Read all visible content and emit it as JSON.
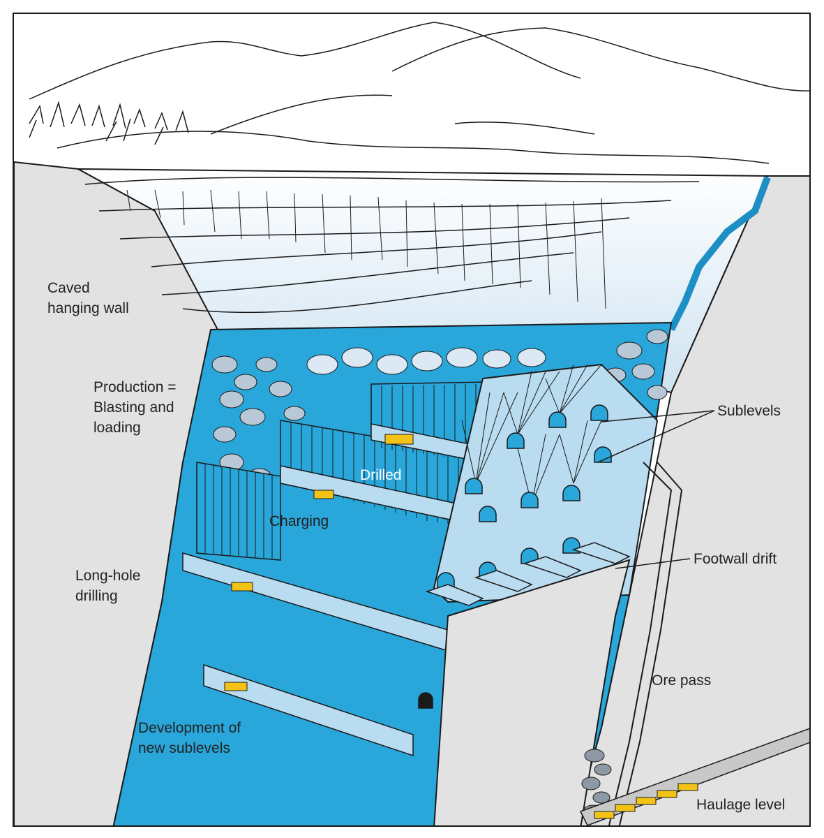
{
  "labels": {
    "caved_hanging_wall": [
      "Caved",
      "hanging wall"
    ],
    "production": [
      "Production =",
      "Blasting and",
      "loading"
    ],
    "sublevels": "Sublevels",
    "drilled": "Drilled",
    "charging": "Charging",
    "footwall_drift": "Footwall drift",
    "long_hole_drilling": [
      "Long-hole",
      "drilling"
    ],
    "ore_pass": "Ore pass",
    "development": [
      "Development of",
      "new sublevels"
    ],
    "haulage_level": "Haulage level"
  },
  "colors": {
    "ore_body": "#29a6da",
    "ore_body_dark": "#1d8fc4",
    "ore_light": "#b9dcf1",
    "rock": "#e2e2e2",
    "rock_edge": "#bdbdbd",
    "caved_rock": "#dce9f4",
    "equipment": "#f2c316",
    "outline": "#1a1a1a"
  }
}
